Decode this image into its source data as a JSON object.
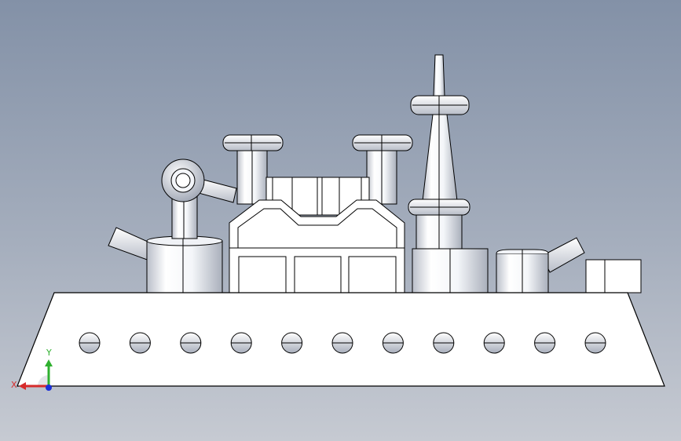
{
  "viewport": {
    "background_top": "#8391a7",
    "background_bottom": "#c6cad2"
  },
  "model": {
    "subject": "battleship-model",
    "body_fill": "#ffffff",
    "shaded_fill": "#dfe3eb",
    "edge_color": "#000000",
    "porthole_count": 11
  },
  "triad": {
    "x_label": "X",
    "y_label": "Y",
    "x_color": "#d62b2b",
    "y_color": "#2fb02f",
    "z_color": "#1b2fd8"
  }
}
